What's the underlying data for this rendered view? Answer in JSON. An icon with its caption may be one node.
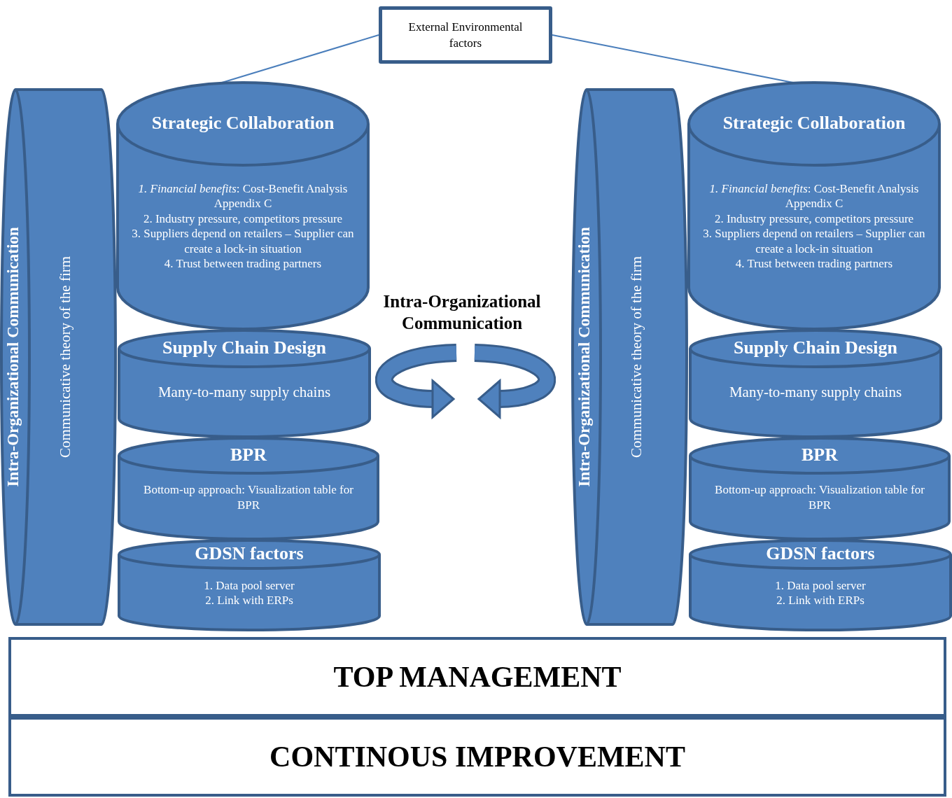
{
  "diagram": {
    "nodes": [
      {
        "text": [
          "External Environmental factors"
        ]
      },
      {
        "text": [
          "Intra-Organizational Communication",
          "Communicative theory of the firm"
        ]
      },
      {
        "text": [
          "Strategic Collaboration",
          "*1. Financial benefits*: Cost-Benefit Analysis Appendix C",
          "2. Industry pressure, competitors pressure",
          "3. Suppliers depend on retailers – Supplier can create a lock-in situation",
          "4. Trust between trading partners"
        ]
      },
      {
        "text": [
          "Supply Chain Design",
          "Many-to-many supply chains"
        ]
      },
      {
        "text": [
          "BPR",
          "Bottom-up approach: Visualization table for BPR"
        ]
      },
      {
        "text": [
          "GDSN factors",
          "1. Data pool server",
          "2. Link with ERPs"
        ]
      },
      {
        "text": [
          "Intra-Organizational Communication",
          "Communicative theory of the firm"
        ]
      },
      {
        "text": [
          "Strategic Collaboration",
          "*1. Financial benefits*: Cost-Benefit Analysis Appendix C",
          "2. Industry pressure, competitors pressure",
          "3. Suppliers depend on retailers – Supplier can create a lock-in situation",
          "4. Trust between trading partners"
        ]
      },
      {
        "text": [
          "Supply Chain Design",
          "Many-to-many supply chains"
        ]
      },
      {
        "text": [
          "BPR",
          "Bottom-up approach: Visualization table for BPR"
        ]
      },
      {
        "text": [
          "GDSN factors",
          "1. Data pool server",
          "2. Link with ERPs"
        ]
      },
      {
        "text": [
          "TOP MANAGEMENT"
        ]
      },
      {
        "text": [
          "CONTINOUS IMPROVEMENT"
        ]
      }
    ],
    "edges": [
      {
        "from": 0,
        "to": 2,
        "arrow": "none"
      },
      {
        "from": 0,
        "to": 7,
        "arrow": "none"
      }
    ],
    "labels": [
      "Intra-Organizational Communication"
    ]
  }
}
